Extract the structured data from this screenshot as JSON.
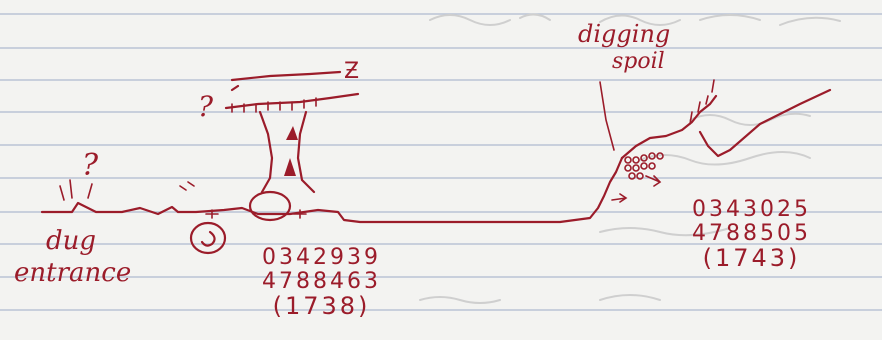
{
  "labels": {
    "dug_entrance_line1": "dug",
    "dug_entrance_line2": "entrance",
    "digging_spoil_line1": "digging",
    "digging_spoil_line2": "spoil",
    "question_mark_left": "?",
    "question_mark_top": "?",
    "symbol_top_right": "Ƶ"
  },
  "grid_refs": [
    {
      "easting": "0342939",
      "northing": "4788463",
      "altitude": "(1738)"
    },
    {
      "easting": "0343025",
      "northing": "4788505",
      "altitude": "(1743)"
    }
  ],
  "colors": {
    "ink": "#9b1c2a",
    "paper": "#f3f3f1",
    "ruling": "#b9c3d6"
  }
}
